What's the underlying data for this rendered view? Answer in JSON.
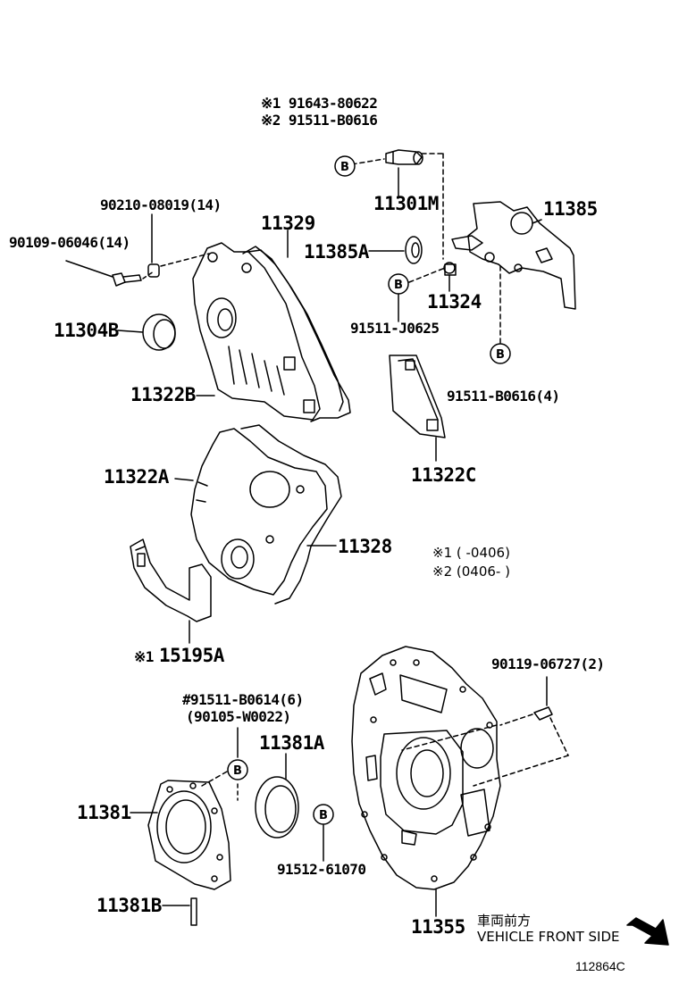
{
  "labels": {
    "note_x1_part": "※1  91643-80622",
    "note_x2_part": "※2  91511-B0616",
    "p11301M": "11301M",
    "p11385": "11385",
    "p11385A": "11385A",
    "p11324": "11324",
    "p91511_J0625": "91511-J0625",
    "p91511_B0616_4": "91511-B0616(4)",
    "p11322C": "11322C",
    "p90210": "90210-08019(14)",
    "p90109": "90109-06046(14)",
    "p11329": "11329",
    "p11304B": "11304B",
    "p11322B": "11322B",
    "p11322A": "11322A",
    "p11328": "11328",
    "p15195A": "15195A",
    "p15195A_mark": "※1",
    "note_range1": "※1 (    -0406)",
    "note_range2": "※2 (0406-    )",
    "p90119": "90119-06727(2)",
    "p91511_B0614": "#91511-B0614(6)",
    "p90105": "(90105-W0022)",
    "p11381A": "11381A",
    "p11381": "11381",
    "p11381B": "11381B",
    "p91512": "91512-61070",
    "p11355": "11355",
    "front_jp": "車両前方",
    "front_en": "VEHICLE FRONT SIDE",
    "ref_code": "112864C"
  },
  "callout_letter": "B"
}
